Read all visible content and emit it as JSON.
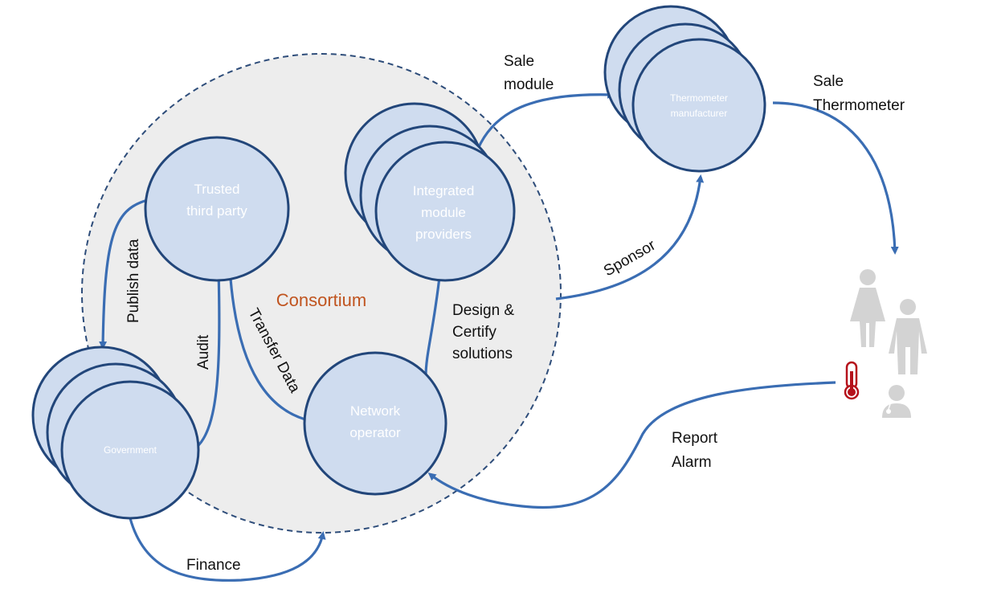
{
  "consortium": {
    "label": "Consortium"
  },
  "nodes": {
    "trusted_third_party": {
      "line1": "Trusted",
      "line2": "third party"
    },
    "integrated_module_providers": {
      "line1": "Integrated",
      "line2": "module",
      "line3": "providers"
    },
    "thermometer_manufacturer": {
      "line1": "Thermometer",
      "line2": "manufacturer"
    },
    "government": {
      "label": "Government"
    },
    "network_operator": {
      "line1": "Network",
      "line2": "operator"
    }
  },
  "edges": {
    "sale_module": {
      "line1": "Sale",
      "line2": "module"
    },
    "sale_thermometer": {
      "line1": "Sale",
      "line2": "Thermometer"
    },
    "sponsor": {
      "label": "Sponsor"
    },
    "publish_data": {
      "label": "Publish data"
    },
    "audit": {
      "label": "Audit"
    },
    "transfer_data": {
      "label": "Transfer Data"
    },
    "design_certify": {
      "line1": "Design &",
      "line2": "Certify",
      "line3": "solutions"
    },
    "report_alarm": {
      "line1": "Report",
      "line2": "Alarm"
    },
    "finance": {
      "label": "Finance"
    }
  },
  "colors": {
    "node_fill": "#cfdcef",
    "node_stroke": "#22467a",
    "edge": "#3a6db3",
    "consortium_label": "#c0541f",
    "thermometer": "#b5121b",
    "people": "#d3d3d3"
  },
  "icons": [
    "thermometer-icon",
    "woman-icon",
    "man-icon",
    "doctor-icon"
  ]
}
